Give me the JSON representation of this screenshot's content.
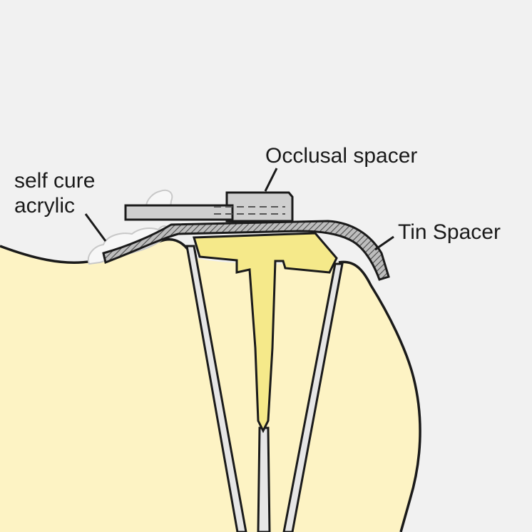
{
  "labels": {
    "self_cure_line1": "self cure",
    "self_cure_line2": "acrylic",
    "occlusal_spacer": "Occlusal spacer",
    "tin_spacer": "Tin Spacer"
  },
  "colors": {
    "background": "#f1f1f1",
    "tooth": "#fdf3c4",
    "outline": "#1a1a1a",
    "filling": "#f5e98a",
    "spacer_strip": "#9a9a9a",
    "spacer_block": "#cfcfcf",
    "canal_fill": "#e6e6e6",
    "acrylic": "#f7f7f7"
  }
}
